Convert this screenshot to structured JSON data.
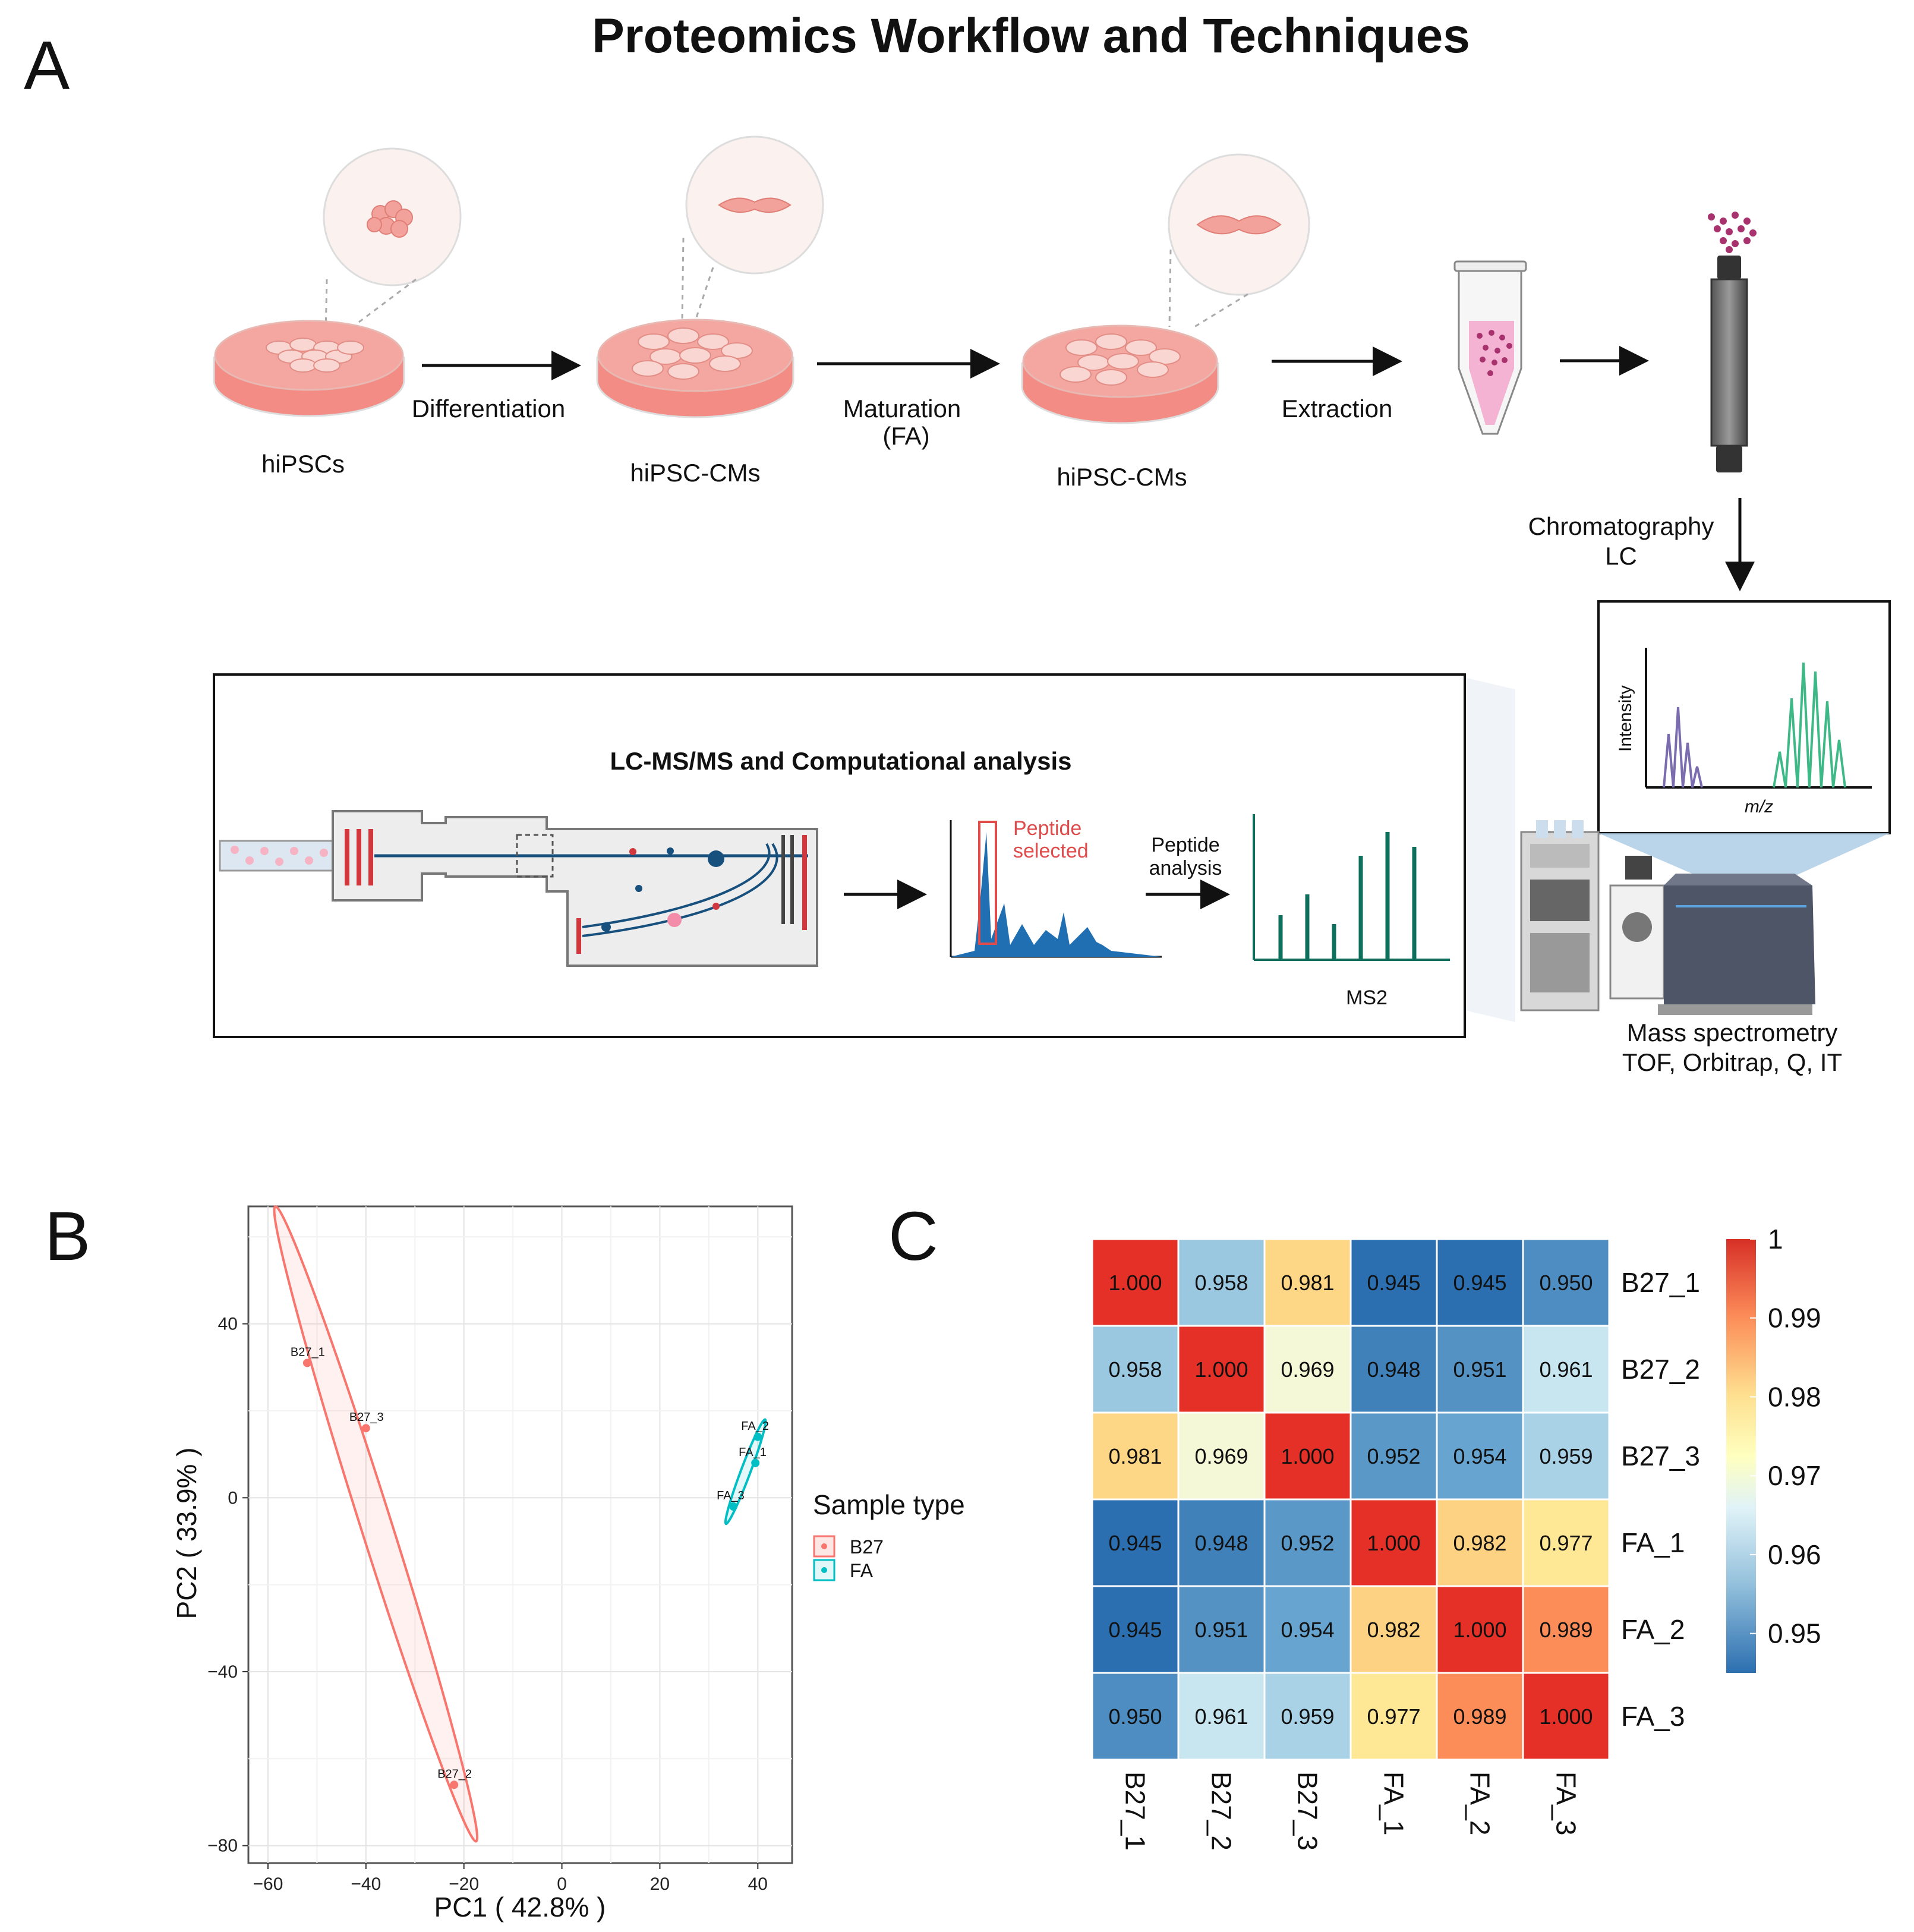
{
  "title": "Proteomics Workflow and Techniques",
  "panels": {
    "a": "A",
    "b": "B",
    "c": "C"
  },
  "workflow": {
    "dish1_label": "hiPSCs",
    "step1_label": "Differentiation",
    "dish2_label": "hiPSC-CMs",
    "step2_label_line1": "Maturation",
    "step2_label_line2": "(FA)",
    "dish3_label": "hiPSC-CMs",
    "step3_label": "Extraction",
    "chrom_label_line1": "Chromatography",
    "chrom_label_line2": "LC",
    "ms_label_line1": "Mass spectrometry",
    "ms_label_line2": "TOF, Orbitrap, Q, IT",
    "spectrum_ylabel": "Intensity",
    "spectrum_xlabel": "m/z"
  },
  "lcms_box": {
    "title": "LC-MS/MS and Computational analysis",
    "peptide_selected_line1": "Peptide",
    "peptide_selected_line2": "selected",
    "peptide_analysis_line1": "Peptide",
    "peptide_analysis_line2": "analysis",
    "ms2_label": "MS2"
  },
  "colors": {
    "b27": "#F8766D",
    "fa": "#00BFC4",
    "dish_fill": "#F4A6A0",
    "teal_peak": "#0E6F5C",
    "blue_peak": "#1F6FB2",
    "red_accent": "#E04B4B"
  },
  "chart_data": [
    {
      "type": "scatter",
      "xlabel": "PC1 ( 42.8% )",
      "ylabel": "PC2 ( 33.9% )",
      "xlim": [
        -64,
        47
      ],
      "ylim": [
        -84,
        67
      ],
      "xticks": [
        -60,
        -40,
        -20,
        0,
        20,
        40
      ],
      "yticks": [
        40,
        0,
        -40,
        -80
      ],
      "xtick_labels": [
        "−60",
        "−40",
        "−20",
        "0",
        "20",
        "40"
      ],
      "ytick_labels": [
        "40",
        "0",
        "−40",
        "−80"
      ],
      "grid": true,
      "legend_title": "Sample type",
      "legend_position": "right",
      "series": [
        {
          "name": "B27",
          "points": [
            {
              "label": "B27_1",
              "x": -52,
              "y": 31
            },
            {
              "label": "B27_3",
              "x": -40,
              "y": 16
            },
            {
              "label": "B27_2",
              "x": -22,
              "y": -66
            }
          ]
        },
        {
          "name": "FA",
          "points": [
            {
              "label": "FA_2",
              "x": 40,
              "y": 14
            },
            {
              "label": "FA_1",
              "x": 39.5,
              "y": 8
            },
            {
              "label": "FA_3",
              "x": 35,
              "y": -2
            }
          ]
        }
      ]
    },
    {
      "type": "heatmap",
      "rows": [
        "B27_1",
        "B27_2",
        "B27_3",
        "FA_1",
        "FA_2",
        "FA_3"
      ],
      "cols": [
        "B27_1",
        "B27_2",
        "B27_3",
        "FA_1",
        "FA_2",
        "FA_3"
      ],
      "values": [
        [
          "1.000",
          "0.958",
          "0.981",
          "0.945",
          "0.945",
          "0.950"
        ],
        [
          "0.958",
          "1.000",
          "0.969",
          "0.948",
          "0.951",
          "0.961"
        ],
        [
          "0.981",
          "0.969",
          "1.000",
          "0.952",
          "0.954",
          "0.959"
        ],
        [
          "0.945",
          "0.948",
          "0.952",
          "1.000",
          "0.982",
          "0.977"
        ],
        [
          "0.945",
          "0.951",
          "0.954",
          "0.982",
          "1.000",
          "0.989"
        ],
        [
          "0.950",
          "0.961",
          "0.959",
          "0.977",
          "0.989",
          "1.000"
        ]
      ],
      "colorbar_ticks": [
        "1",
        "0.99",
        "0.98",
        "0.97",
        "0.96",
        "0.95"
      ],
      "colorbar_range": [
        0.945,
        1.0
      ]
    }
  ]
}
